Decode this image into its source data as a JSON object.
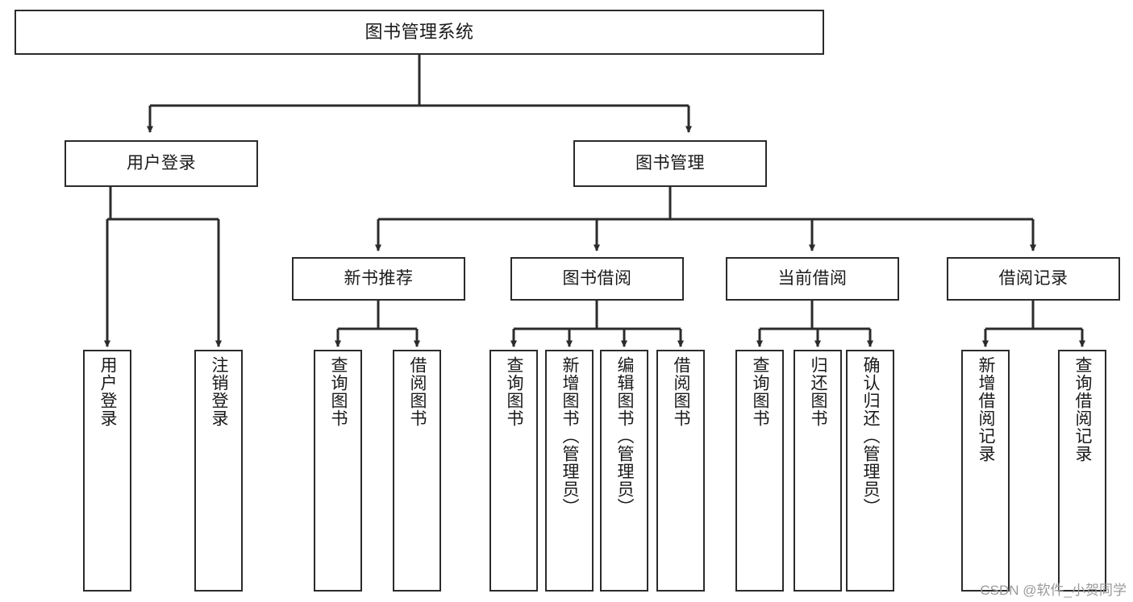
{
  "diagram": {
    "title": "图书管理系统",
    "type": "tree-hierarchy-chart",
    "stroke_color": "#2b2b2b",
    "fill_color": "#ffffff",
    "text_color": "#1a1a1a",
    "watermark": "CSDN @软件_小贺同学"
  },
  "nodes": {
    "root": {
      "label": "图书管理系统"
    },
    "level1": [
      {
        "label": "用户登录"
      },
      {
        "label": "图书管理"
      }
    ],
    "level2": [
      {
        "label": "新书推荐"
      },
      {
        "label": "图书借阅"
      },
      {
        "label": "当前借阅"
      },
      {
        "label": "借阅记录"
      }
    ],
    "leaves": [
      {
        "label": "用户登录"
      },
      {
        "label": "注销登录"
      },
      {
        "label": "查询图书"
      },
      {
        "label": "借阅图书"
      },
      {
        "label": "查询图书"
      },
      {
        "label": "新增图书（管理员）"
      },
      {
        "label": "编辑图书（管理员）"
      },
      {
        "label": "借阅图书"
      },
      {
        "label": "查询图书"
      },
      {
        "label": "归还图书"
      },
      {
        "label": "确认归还（管理员）"
      },
      {
        "label": "新增借阅记录"
      },
      {
        "label": "查询借阅记录"
      }
    ]
  },
  "edges": [
    {
      "from": "图书管理系统",
      "to": "用户登录"
    },
    {
      "from": "图书管理系统",
      "to": "图书管理"
    },
    {
      "from": "用户登录",
      "to": "用户登录"
    },
    {
      "from": "用户登录",
      "to": "注销登录"
    },
    {
      "from": "图书管理",
      "to": "新书推荐"
    },
    {
      "from": "图书管理",
      "to": "图书借阅"
    },
    {
      "from": "图书管理",
      "to": "当前借阅"
    },
    {
      "from": "图书管理",
      "to": "借阅记录"
    },
    {
      "from": "新书推荐",
      "to": "查询图书"
    },
    {
      "from": "新书推荐",
      "to": "借阅图书"
    },
    {
      "from": "图书借阅",
      "to": "查询图书"
    },
    {
      "from": "图书借阅",
      "to": "新增图书（管理员）"
    },
    {
      "from": "图书借阅",
      "to": "编辑图书（管理员）"
    },
    {
      "from": "图书借阅",
      "to": "借阅图书"
    },
    {
      "from": "当前借阅",
      "to": "查询图书"
    },
    {
      "from": "当前借阅",
      "to": "归还图书"
    },
    {
      "from": "当前借阅",
      "to": "确认归还（管理员）"
    },
    {
      "from": "借阅记录",
      "to": "新增借阅记录"
    },
    {
      "from": "借阅记录",
      "to": "查询借阅记录"
    }
  ]
}
